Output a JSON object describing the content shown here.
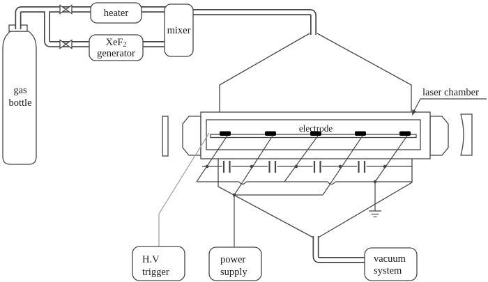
{
  "colors": {
    "line": "#454545",
    "light_line": "#9e9e9e",
    "background": "#ffffff",
    "electrode_fill": "#000000",
    "text": "#1c1c1c"
  },
  "labels": {
    "gas_bottle_line1": "gas",
    "gas_bottle_line2": "bottle",
    "heater": "heater",
    "xef2_formula": "XeF",
    "xef2_subscript": "2",
    "xef2_line2": "generator",
    "mixer": "mixer",
    "electrode": "electrode",
    "laser_chamber": "laser chamber",
    "hv_trigger_line1": "H.V",
    "hv_trigger_line2": "trigger",
    "power_supply_line1": "power",
    "power_supply_line2": "supply",
    "vacuum_system_line1": "vacuum",
    "vacuum_system_line2": "system"
  },
  "icons": [
    "valve-icon",
    "valve-icon",
    "ground-icon",
    "leader-arrow-icon",
    "capacitor-icon",
    "capacitor-icon",
    "capacitor-icon",
    "capacitor-icon"
  ]
}
